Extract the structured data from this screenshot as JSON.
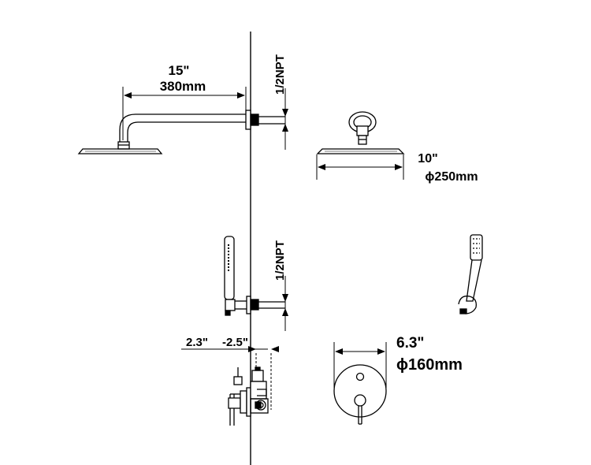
{
  "rain_shower_arm": {
    "length_in": "15\"",
    "length_mm": "380mm",
    "connection": "1/2NPT"
  },
  "shower_head": {
    "diameter_in": "10\"",
    "diameter_mm": "ϕ250mm"
  },
  "hand_shower_outlet": {
    "connection": "1/2NPT"
  },
  "valve_depth": {
    "min": "2.3\"",
    "max": "-2.5\""
  },
  "trim_plate": {
    "diameter_in": "6.3\"",
    "diameter_mm": "ϕ160mm"
  }
}
